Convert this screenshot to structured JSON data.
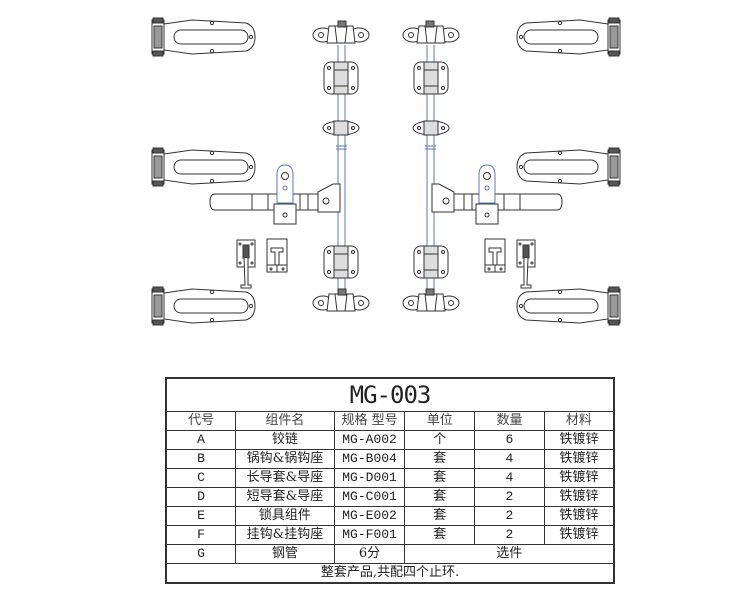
{
  "title": "MG-003",
  "headers": [
    "代号",
    "组件名",
    "规格 型号",
    "单位",
    "数量",
    "材料"
  ],
  "rows": [
    [
      "A",
      "铰链",
      "MG-A002",
      "个",
      "6",
      "铁镀锌"
    ],
    [
      "B",
      "锅钩&锅钩座",
      "MG-B004",
      "套",
      "4",
      "铁镀锌"
    ],
    [
      "C",
      "长导套&导座",
      "MG-D001",
      "套",
      "4",
      "铁镀锌"
    ],
    [
      "D",
      "短导套&导座",
      "MG-C001",
      "套",
      "2",
      "铁镀锌"
    ],
    [
      "E",
      "锁具组件",
      "MG-E002",
      "套",
      "2",
      "铁镀锌"
    ],
    [
      "F",
      "挂钩&挂钩座",
      "MG-F001",
      "套",
      "2",
      "铁镀锌"
    ]
  ],
  "row_g": {
    "code": "G",
    "name": "钢管",
    "spec": "6分",
    "note": "选件"
  },
  "footer": "整套产品,共配四个止环.",
  "colors": {
    "line": "#333333",
    "rod": "#5a78b8"
  }
}
